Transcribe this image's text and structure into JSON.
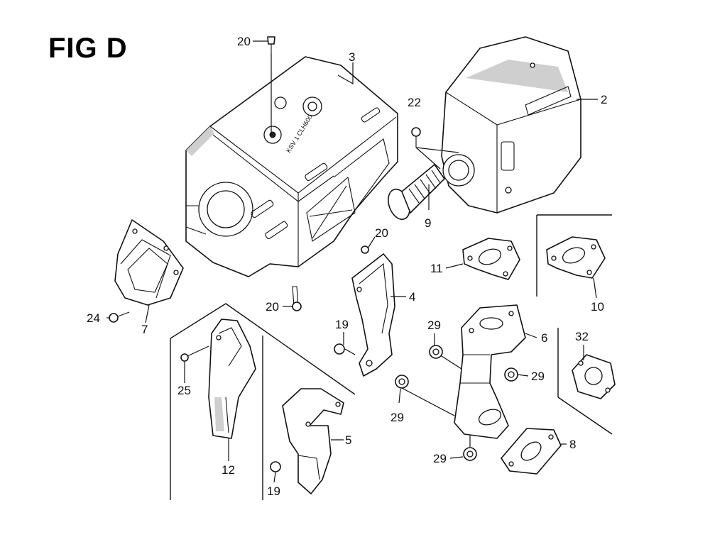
{
  "figure": {
    "title": "FIG D",
    "stamp_text": "KSV 1 CLH600"
  },
  "callouts": [
    {
      "id": "c20a",
      "label": "20"
    },
    {
      "id": "c3",
      "label": "3"
    },
    {
      "id": "c2",
      "label": "2"
    },
    {
      "id": "c22",
      "label": "22"
    },
    {
      "id": "c9",
      "label": "9"
    },
    {
      "id": "c20b",
      "label": "20"
    },
    {
      "id": "c11",
      "label": "11"
    },
    {
      "id": "c10",
      "label": "10"
    },
    {
      "id": "c4",
      "label": "4"
    },
    {
      "id": "c20c",
      "label": "20"
    },
    {
      "id": "c24",
      "label": "24"
    },
    {
      "id": "c7",
      "label": "7"
    },
    {
      "id": "c19a",
      "label": "19"
    },
    {
      "id": "c29a",
      "label": "29"
    },
    {
      "id": "c6",
      "label": "6"
    },
    {
      "id": "c32",
      "label": "32"
    },
    {
      "id": "c29b",
      "label": "29"
    },
    {
      "id": "c25",
      "label": "25"
    },
    {
      "id": "c29c",
      "label": "29"
    },
    {
      "id": "c5",
      "label": "5"
    },
    {
      "id": "c12",
      "label": "12"
    },
    {
      "id": "c8",
      "label": "8"
    },
    {
      "id": "c29d",
      "label": "29"
    },
    {
      "id": "c19b",
      "label": "19"
    }
  ]
}
